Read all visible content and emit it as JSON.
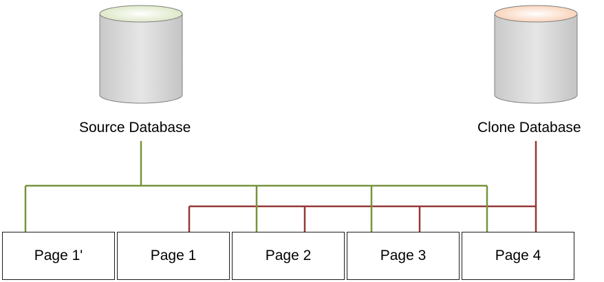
{
  "databases": {
    "source": {
      "label": "Source Database",
      "line_color": "#77933c",
      "top_tint": "#d7e4bd"
    },
    "clone": {
      "label": "Clone Database",
      "line_color": "#953735",
      "top_tint": "#f8cbad"
    }
  },
  "pages": [
    {
      "label": "Page 1'"
    },
    {
      "label": "Page 1"
    },
    {
      "label": "Page 2"
    },
    {
      "label": "Page 3"
    },
    {
      "label": "Page 4"
    }
  ],
  "colors": {
    "cylinder_body": "#d9d9d9",
    "cylinder_outline": "#7f7f7f",
    "box_border": "#1a1a1a"
  }
}
